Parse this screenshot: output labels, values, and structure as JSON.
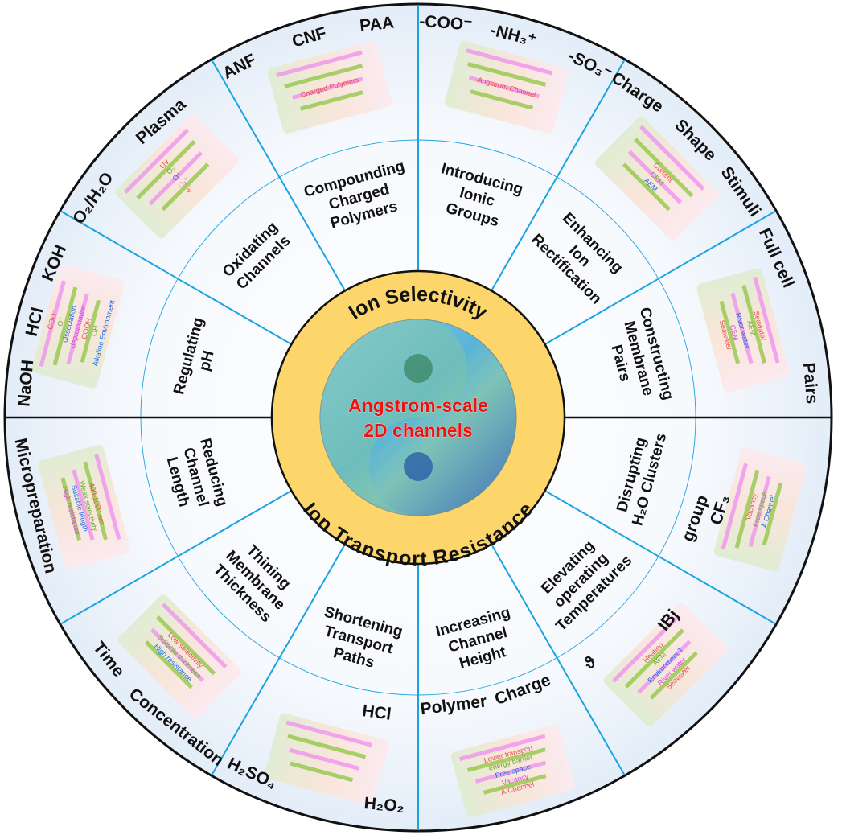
{
  "center": {
    "title_top": "Ion Selectivity",
    "title_bottom": "Ion Transport Resistance",
    "core_line1": "Angstrom-scale",
    "core_line2": "2D channels"
  },
  "colors": {
    "ring": "#fcd66b",
    "divider": "#1aa3e0",
    "strip_pink": "#f08cf0",
    "strip_green": "#8dc63f",
    "label_red": "#e8504a",
    "label_blue": "#1a6fe8",
    "label_green": "#6aab2e"
  },
  "sectors": [
    {
      "strategy": [
        "Regulating",
        "pH"
      ],
      "outer_labels": [
        "NaOH",
        "HCl",
        "KOH"
      ],
      "illustration_labels": [
        "COO⁻",
        "O⁻",
        "dissociation",
        "deprotonation",
        "COOH",
        "OH",
        "Alkaline Environment"
      ]
    },
    {
      "strategy": [
        "Oxidating",
        "Channels"
      ],
      "outer_labels": [
        "O₂/H₂O",
        "Plasma"
      ],
      "illustration_labels": [
        "UV",
        "O₃",
        "O⁺",
        "O₂⁺",
        "e⁻"
      ]
    },
    {
      "strategy": [
        "Compounding",
        "Charged",
        "Polymers"
      ],
      "outer_labels": [
        "ANF",
        "CNF",
        "PAA"
      ],
      "illustration_labels": [
        "Charged Polymers"
      ]
    },
    {
      "strategy": [
        "Introducing",
        "Ionic",
        "Groups"
      ],
      "outer_labels": [
        "-COO⁻",
        "-NH₃⁺",
        "-SO₃⁻"
      ],
      "illustration_labels": [
        "Angstrom Channel"
      ]
    },
    {
      "strategy": [
        "Enhancing",
        "Ion",
        "Rectification"
      ],
      "outer_labels": [
        "Charge",
        "Shape",
        "Stimuli"
      ],
      "illustration_labels": [
        "Current",
        "CEM",
        "AEM"
      ]
    },
    {
      "strategy": [
        "Constructing",
        "Membrane",
        "Pairs"
      ],
      "outer_labels": [
        "Full cell",
        "Pairs"
      ],
      "illustration_labels": [
        "Seawater",
        "AEM",
        "River water",
        "CEM",
        "Seawater"
      ]
    },
    {
      "strategy": [
        "Disrupting",
        "H₂O Clusters"
      ],
      "outer_labels": [
        "CF₃",
        "group"
      ],
      "illustration_labels": [
        "Vacancy",
        "Free space",
        "Å Channel"
      ]
    },
    {
      "strategy": [
        "Elevating",
        "operating",
        "Temperatures"
      ],
      "outer_labels": [
        "ϑ",
        "IBj"
      ],
      "illustration_labels": [
        "Heating",
        "AEM",
        "Environment T",
        "River water",
        "Seawater"
      ]
    },
    {
      "strategy": [
        "Increasing",
        "Channel",
        "Height"
      ],
      "outer_labels": [
        "Polymer",
        "Charge"
      ],
      "illustration_labels": [
        "Lower transport",
        "energy barrier",
        "Free space",
        "Vacancy",
        "Å Channel"
      ]
    },
    {
      "strategy": [
        "Shortening",
        "Transport",
        "Paths"
      ],
      "outer_labels": [
        "HCl",
        "H₂SO₄",
        "H₂O₂"
      ],
      "illustration_labels": []
    },
    {
      "strategy": [
        "Thining",
        "Membrane",
        "Thickness"
      ],
      "outer_labels": [
        "Time",
        "Concentration"
      ],
      "illustration_labels": [
        "Low selectivity",
        "Suitable thickness",
        "High resistance"
      ]
    },
    {
      "strategy": [
        "Reducing",
        "Channel",
        "Length"
      ],
      "outer_labels": [
        "Micropreparation"
      ],
      "illustration_labels": [
        "400-1000 nm",
        "Weak selectivity",
        "Suitable length",
        "High resistance"
      ]
    }
  ]
}
